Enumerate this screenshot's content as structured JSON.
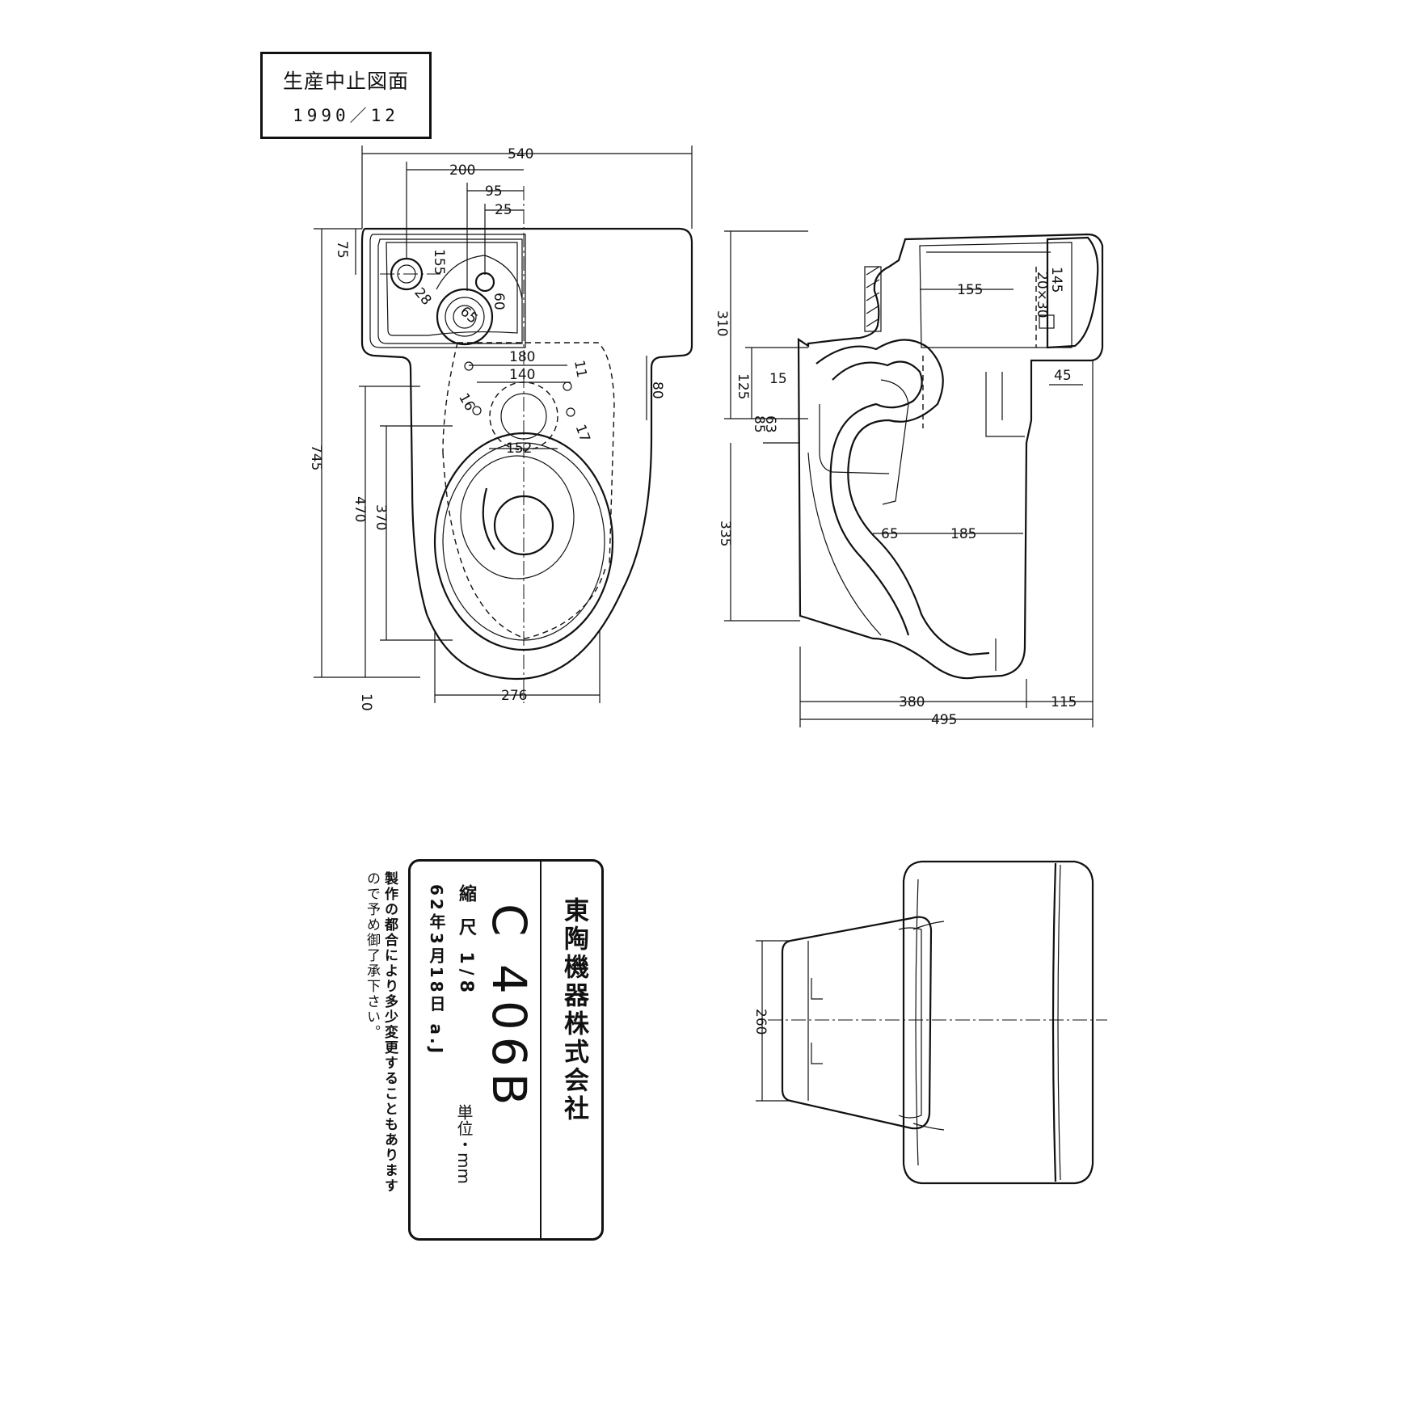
{
  "stamp": {
    "title": "生産中止図面",
    "date": "1990／12"
  },
  "title_block": {
    "company": "東陶機器株式会社",
    "model": "C 406B",
    "scale_label": "縮 尺",
    "scale_value": "1/8",
    "unit": "単位・mm",
    "date": "62年3月18日 a.J"
  },
  "notes": {
    "line1": "製作の都合により多少変更することもあります",
    "line2": "ので予め御了承下さい。"
  },
  "top_view_dims": {
    "d540": "540",
    "d200": "200",
    "d95": "95",
    "d25": "25",
    "d75": "75",
    "d155": "155",
    "d28": "28",
    "d60": "60",
    "d65": "65",
    "d180": "180",
    "d140": "140",
    "d16": "16",
    "d11": "11",
    "d17": "17",
    "d80": "80",
    "d152": "152",
    "d745": "745",
    "d470": "470",
    "d370": "370",
    "d276": "276",
    "d10": "10"
  },
  "side_view_dims": {
    "d310": "310",
    "d125": "125",
    "d15": "15",
    "d63": "63",
    "d85": "85",
    "d335": "335",
    "d155": "155",
    "d145": "145",
    "d20x30": "20×30",
    "d45": "45",
    "d65": "65",
    "d185": "185",
    "d380": "380",
    "d115": "115",
    "d495": "495"
  },
  "front_view_dims": {
    "d260": "260"
  }
}
